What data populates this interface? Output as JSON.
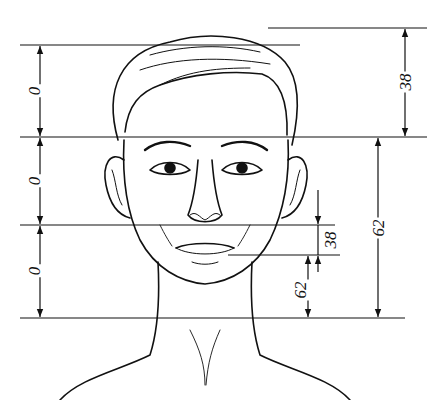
{
  "diagram": {
    "labels": [
      "0",
      "0",
      "0",
      "38",
      "62",
      "38",
      "62"
    ]
  }
}
